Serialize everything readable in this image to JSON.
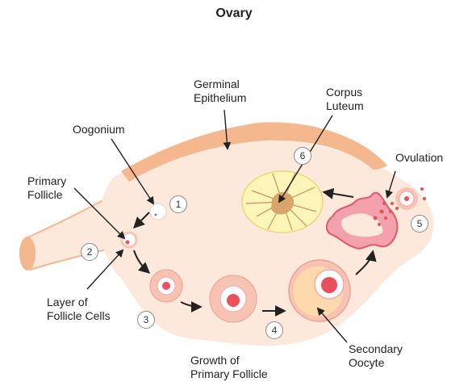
{
  "title": "Ovary",
  "labels": {
    "germinal_epithelium": "Germinal\nEpithelium",
    "corpus_luteum": "Corpus\nLuteum",
    "oogonium": "Oogonium",
    "ovulation": "Ovulation",
    "primary_follicle": "Primary\nFollicle",
    "layer_of_follicle_cells": "Layer of\nFollicle Cells",
    "growth_of_primary_follicle": "Growth of\nPrimary Follicle",
    "secondary_oocyte": "Secondary\nOocyte"
  },
  "steps": [
    "1",
    "2",
    "3",
    "4",
    "5",
    "6"
  ],
  "colors": {
    "ovary_body": "#fde8dc",
    "epithelium": "#f5b88e",
    "follicle_ring": "#f7c3b3",
    "oocyte": "#e8505b",
    "corpus_luteum": "#fbf6b8",
    "corpus_luteum_core": "#d9a56a"
  }
}
